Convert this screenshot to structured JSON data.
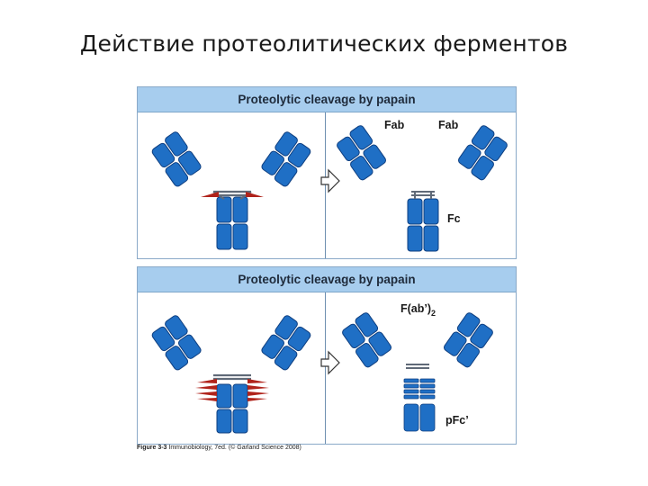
{
  "slide": {
    "title": "Действие протеолитических ферментов"
  },
  "panels": [
    {
      "header": "Proteolytic cleavage by papain",
      "labels": {
        "fab_left": "Fab",
        "fab_right": "Fab",
        "fc": "Fc"
      }
    },
    {
      "header": "Proteolytic cleavage by papain",
      "labels": {
        "fab2": "F(ab’)",
        "fab2_sub": "2",
        "pfc": "pFc’"
      }
    }
  ],
  "caption": {
    "figure_no": "Figure 3-3",
    "text": "Immunobiology, 7ed. (© Garland Science 2008)"
  },
  "colors": {
    "domain_fill": "#1f6fc5",
    "domain_stroke": "#0f3f80",
    "header_bg": "#a7cdee",
    "hinge_red": "#b0231b",
    "hinge_gray": "#606a78"
  }
}
